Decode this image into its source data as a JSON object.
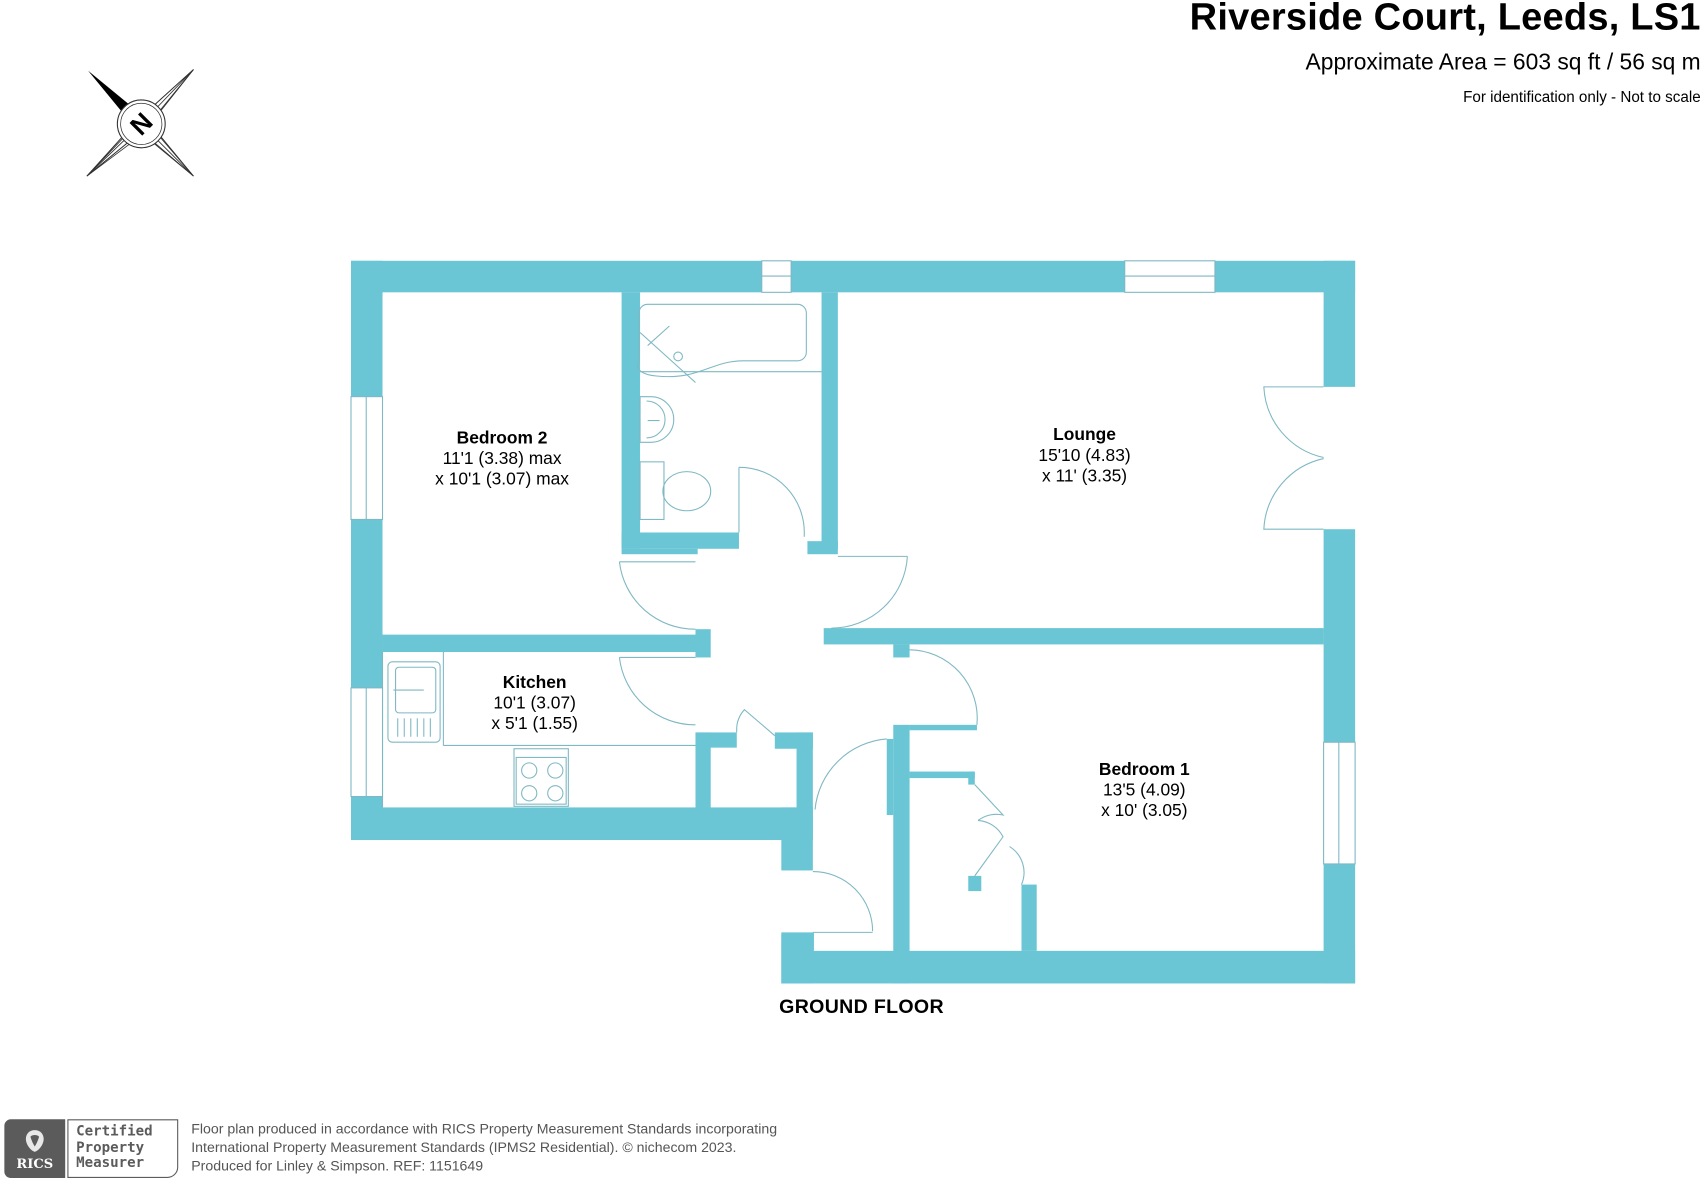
{
  "header": {
    "title": "Riverside Court, Leeds, LS1",
    "area": "Approximate Area = 603 sq ft / 56 sq m",
    "note": "For identification only - Not to scale"
  },
  "compass": {
    "icon": "compass-north-icon",
    "letter": "N"
  },
  "colors": {
    "wall": "#6ac5d4",
    "fixture_line": "#7fb8c3",
    "text": "#000000",
    "footer_text": "#555555",
    "badge_grey": "#5b5b5b"
  },
  "rooms": [
    {
      "name": "Bedroom 2",
      "line1": "11'1 (3.38) max",
      "line2": "x 10'1 (3.07) max"
    },
    {
      "name": "Lounge",
      "line1": "15'10 (4.83)",
      "line2": "x 11' (3.35)"
    },
    {
      "name": "Kitchen",
      "line1": "10'1 (3.07)",
      "line2": "x 5'1 (1.55)"
    },
    {
      "name": "Bedroom 1",
      "line1": "13'5 (4.09)",
      "line2": "x 10' (3.05)"
    }
  ],
  "floor_label": "GROUND FLOOR",
  "footer": {
    "badge": {
      "brand": "RICS",
      "line1": "Certified",
      "line2": "Property",
      "line3": "Measurer"
    },
    "lines": [
      "Floor plan produced in accordance with RICS Property Measurement Standards incorporating",
      "International Property Measurement Standards (IPMS2 Residential).   © nichecom 2023.",
      "Produced for Linley & Simpson.    REF: 1151649"
    ]
  }
}
